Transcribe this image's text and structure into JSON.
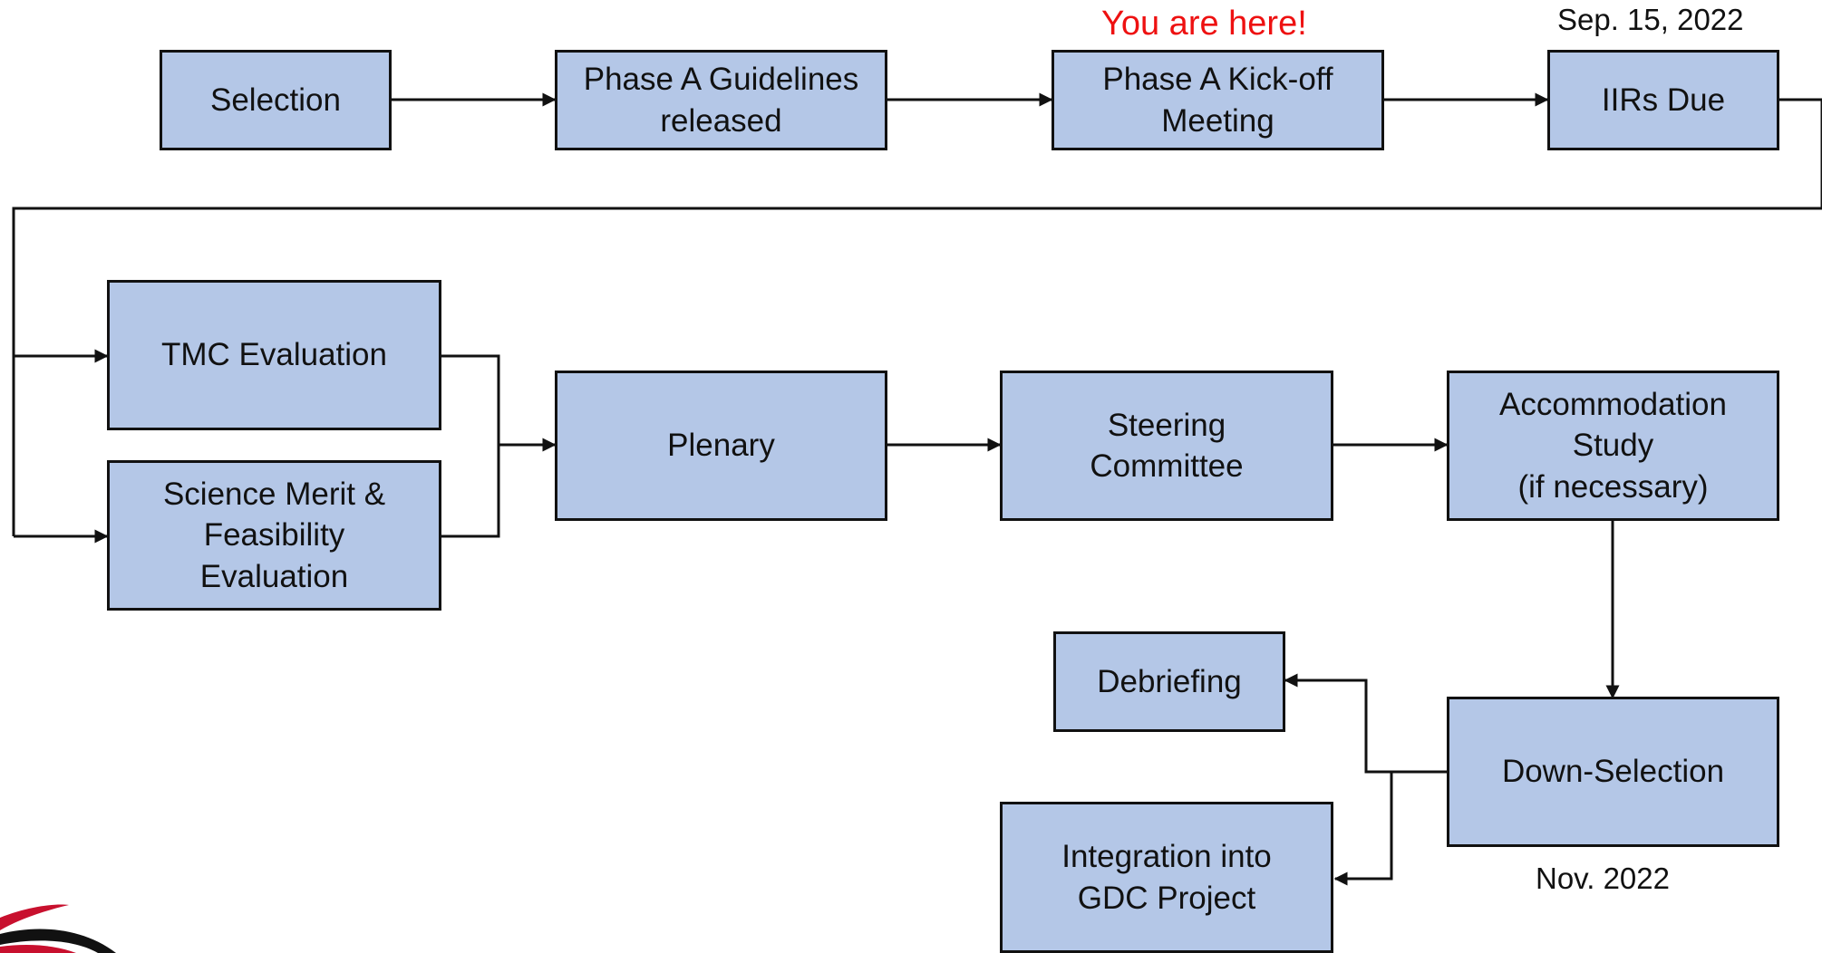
{
  "boxes": {
    "selection": "Selection",
    "guidelines": "Phase A Guidelines\nreleased",
    "kickoff": "Phase A Kick-off\nMeeting",
    "iirs": "IIRs Due",
    "tmc": "TMC Evaluation",
    "science": "Science Merit &\nFeasibility\nEvaluation",
    "plenary": "Plenary",
    "steering": "Steering\nCommittee",
    "accommodation": "Accommodation\nStudy\n(if necessary)",
    "downselection": "Down-Selection",
    "debriefing": "Debriefing",
    "integration": "Integration into\nGDC Project"
  },
  "annotations": {
    "you_are_here": "You are here!",
    "iirs_date": "Sep. 15, 2022",
    "downselection_date": "Nov. 2022"
  },
  "colors": {
    "box_fill": "#b4c7e7",
    "line": "#111111",
    "highlight": "#ee1111",
    "corner_accent": "#c8102e"
  }
}
